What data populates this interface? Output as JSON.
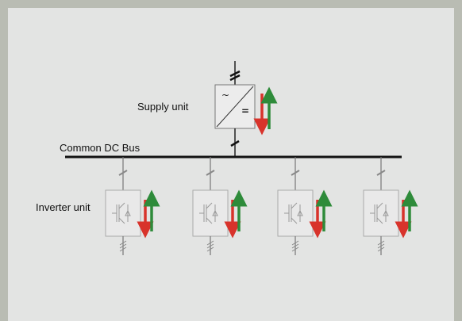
{
  "supply_unit": {
    "label": "Supply unit",
    "ac_symbol": "~",
    "dc_symbol": "="
  },
  "bus": {
    "label": "Common DC Bus"
  },
  "inverter": {
    "label": "Inverter unit",
    "count": 4
  },
  "colors": {
    "up_arrow": "#2e8b3a",
    "down_arrow": "#d8332b",
    "bus_line": "#111111",
    "component_gray": "#9a9a9a"
  }
}
